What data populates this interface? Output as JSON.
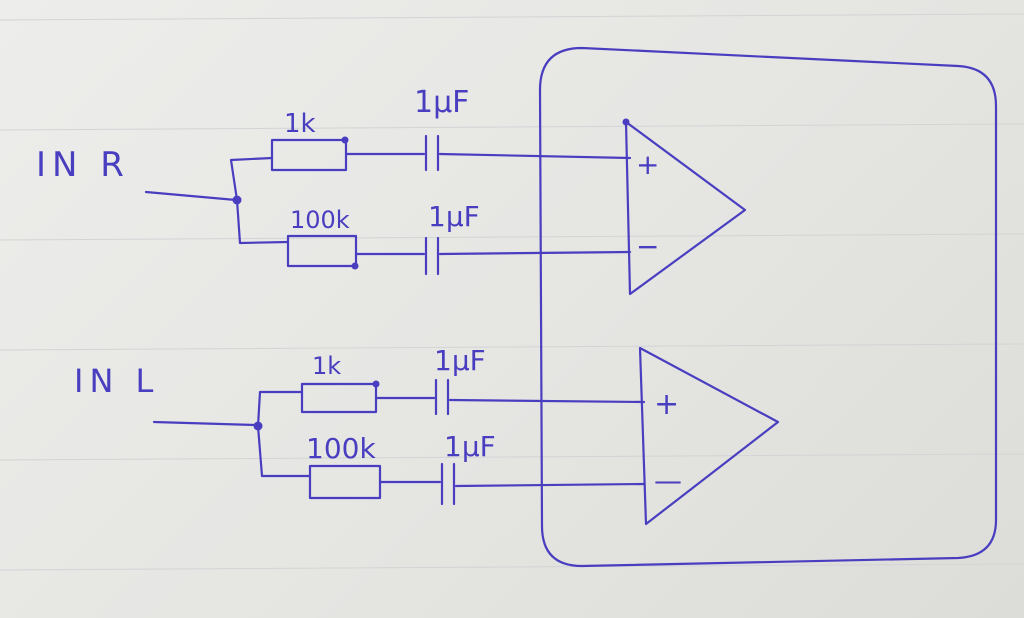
{
  "inputs": {
    "right": "IN R",
    "left": "IN L"
  },
  "right_channel": {
    "res_top": "1k",
    "res_bottom": "100k",
    "cap_top": "1μF",
    "cap_bottom": "1μF",
    "opamp_plus": "+",
    "opamp_minus": "−"
  },
  "left_channel": {
    "res_top": "1k",
    "res_bottom": "100k",
    "cap_top": "1μF",
    "cap_bottom": "1μF",
    "opamp_plus": "+",
    "opamp_minus": "—"
  },
  "colors": {
    "ink": "#4a3ec0",
    "paper": "#e8e8e6"
  }
}
